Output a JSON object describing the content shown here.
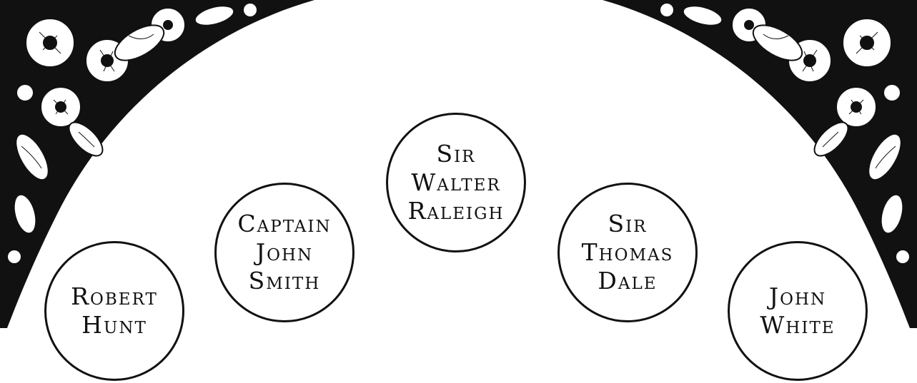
{
  "diagram": {
    "nodes": [
      {
        "id": "c1",
        "label": "Robert\nHunt"
      },
      {
        "id": "c2",
        "label": "Captain\nJohn\nSmith"
      },
      {
        "id": "c3",
        "label": "Sir\nWalter\nRaleigh"
      },
      {
        "id": "c4",
        "label": "Sir\nThomas\nDale"
      },
      {
        "id": "c5",
        "label": "John\nWhite"
      }
    ]
  },
  "decor": {
    "ink_color": "#111111",
    "left_corner": "floral-corner-ornament",
    "right_corner": "floral-corner-ornament"
  }
}
